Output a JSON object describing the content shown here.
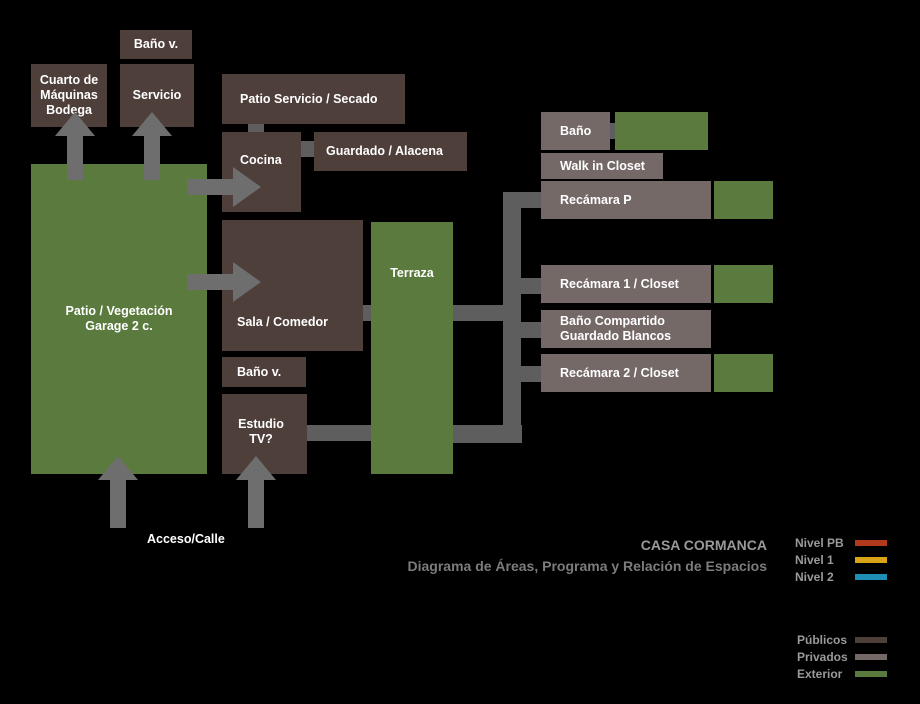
{
  "spaces": {
    "bano_v_top": "Baño v.",
    "cuarto_maquinas": "Cuarto de Máquinas Bodega",
    "servicio": "Servicio",
    "patio_servicio": "Patio Servicio / Secado",
    "cocina": "Cocina",
    "guardado": "Guardado / Alacena",
    "patio_garage": "Patio / Vegetación Garage 2 c.",
    "sala_comedor": "Sala / Comedor",
    "bano_v_low": "Baño v.",
    "estudio": "Estudio TV?",
    "terraza": "Terraza",
    "bano": "Baño",
    "walk_in": "Walk in Closet",
    "recamara_p": "Recámara P",
    "recamara_1": "Recámara 1 / Closet",
    "bano_compartido": "Baño Compartido Guardado Blancos",
    "recamara_2": "Recámara 2 / Closet"
  },
  "acceso": "Acceso/Calle",
  "title": {
    "name": "CASA CORMANCA",
    "subtitle": "Diagrama de Áreas, Programa y Relación de Espacios"
  },
  "legend_levels": [
    {
      "label": "Nivel PB",
      "color": "#b2391e"
    },
    {
      "label": "Nivel 1",
      "color": "#d9a418"
    },
    {
      "label": "Nivel 2",
      "color": "#1e8fb5"
    }
  ],
  "legend_types": [
    {
      "label": "Públicos",
      "color": "#4e3f3b"
    },
    {
      "label": "Privados",
      "color": "#756968"
    },
    {
      "label": "Exterior",
      "color": "#5a7a3e"
    }
  ]
}
